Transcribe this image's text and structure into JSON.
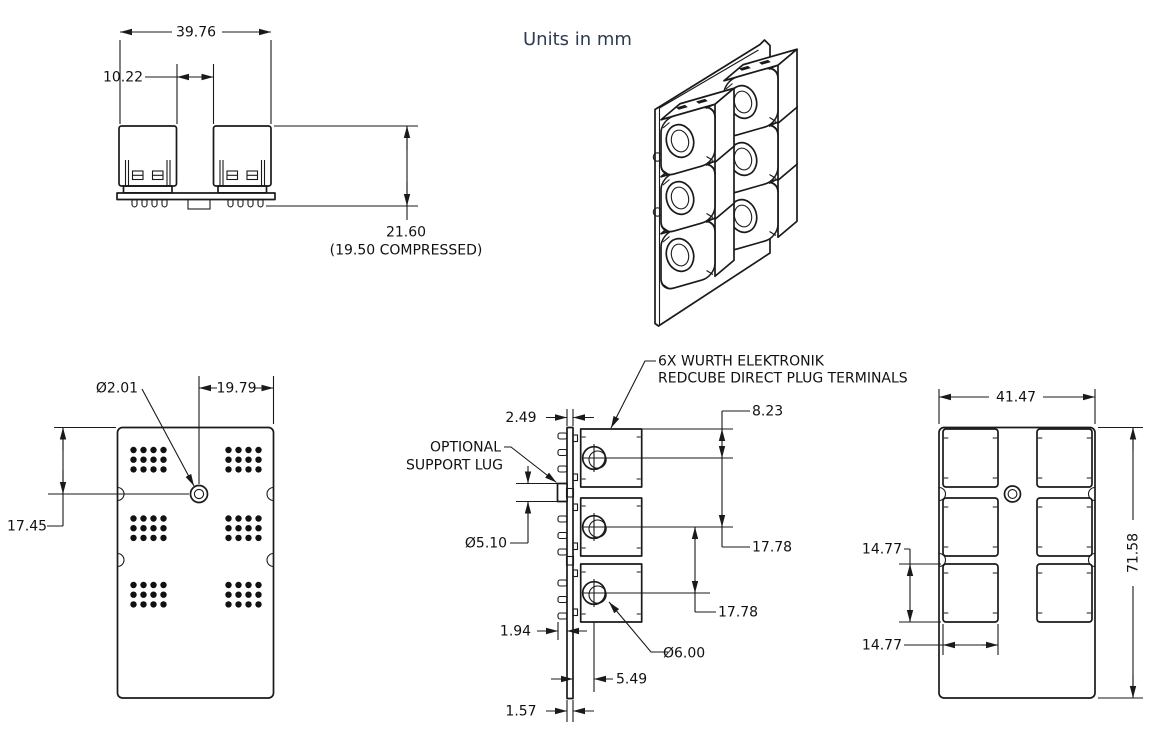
{
  "title": "Units in mm",
  "colors": {
    "line": "#1a1a1a",
    "dim_text": "#111111",
    "title_text": "#2e3b52",
    "background": "#ffffff"
  },
  "views": {
    "front": {
      "width": "39.76",
      "gap": "10.22",
      "height": "21.60",
      "height_note": "(19.50 COMPRESSED)"
    },
    "bottom": {
      "hole_dia": "Ø2.01",
      "hole_offset_x": "19.79",
      "hole_offset_y": "17.45"
    },
    "side": {
      "terminal_note_1": "6X WURTH ELEKTRONIK",
      "terminal_note_2": "REDCUBE DIRECT PLUG TERMINALS",
      "lug_note_1": "OPTIONAL",
      "lug_note_2": "SUPPORT LUG",
      "board_terminal_offset": "2.49",
      "hole_top_offset": "8.23",
      "lug_dia": "Ø5.10",
      "pitch_1": "17.78",
      "pitch_2": "17.78",
      "pin_length": "1.94",
      "terminal_hole_dia": "Ø6.00",
      "hole_center_offset": "5.49",
      "board_thickness": "1.57"
    },
    "top": {
      "width": "41.47",
      "height": "71.58",
      "terminal_height": "14.77",
      "terminal_width": "14.77"
    }
  }
}
